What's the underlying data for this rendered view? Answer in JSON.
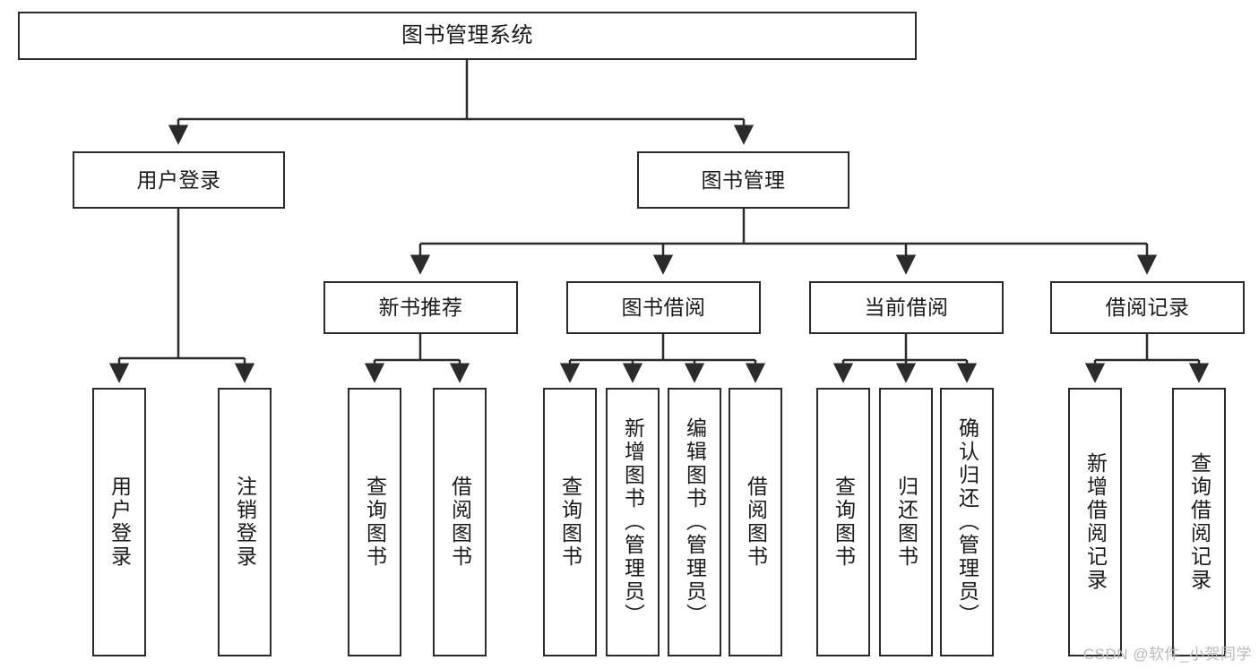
{
  "diagram": {
    "title": "图书管理系统",
    "type": "tree-structure-chart",
    "watermark": "CSDN @软件_小贺同学",
    "colors": {
      "box_border": "#2b2b2b",
      "box_fill": "#ffffff",
      "edge": "#2b2b2b",
      "text": "#1a1a1a",
      "watermark": "#b9b9b9",
      "background": "#ffffff"
    },
    "levels": {
      "root": {
        "label": "图书管理系统"
      },
      "level2": [
        {
          "id": "user-login",
          "label": "用户登录"
        },
        {
          "id": "book-manage",
          "label": "图书管理"
        }
      ],
      "level3": [
        {
          "id": "new-book-recommend",
          "label": "新书推荐"
        },
        {
          "id": "book-borrow",
          "label": "图书借阅"
        },
        {
          "id": "current-borrow",
          "label": "当前借阅"
        },
        {
          "id": "borrow-record",
          "label": "借阅记录"
        }
      ],
      "leaves": [
        {
          "id": "leaf-user-login",
          "label": "用户登录",
          "parent": "user-login"
        },
        {
          "id": "leaf-logout",
          "label": "注销登录",
          "parent": "user-login"
        },
        {
          "id": "leaf-query-book-1",
          "label": "查询图书",
          "parent": "new-book-recommend"
        },
        {
          "id": "leaf-borrow-book-1",
          "label": "借阅图书",
          "parent": "new-book-recommend"
        },
        {
          "id": "leaf-query-book-2",
          "label": "查询图书",
          "parent": "book-borrow"
        },
        {
          "id": "leaf-add-book",
          "label": "新增图书（管理员）",
          "parent": "book-borrow"
        },
        {
          "id": "leaf-edit-book",
          "label": "编辑图书（管理员）",
          "parent": "book-borrow"
        },
        {
          "id": "leaf-borrow-book-2",
          "label": "借阅图书",
          "parent": "book-borrow"
        },
        {
          "id": "leaf-query-book-3",
          "label": "查询图书",
          "parent": "current-borrow"
        },
        {
          "id": "leaf-return-book",
          "label": "归还图书",
          "parent": "current-borrow"
        },
        {
          "id": "leaf-confirm-return",
          "label": "确认归还（管理员）",
          "parent": "current-borrow"
        },
        {
          "id": "leaf-add-record",
          "label": "新增借阅记录",
          "parent": "borrow-record"
        },
        {
          "id": "leaf-query-record",
          "label": "查询借阅记录",
          "parent": "borrow-record"
        }
      ]
    }
  }
}
